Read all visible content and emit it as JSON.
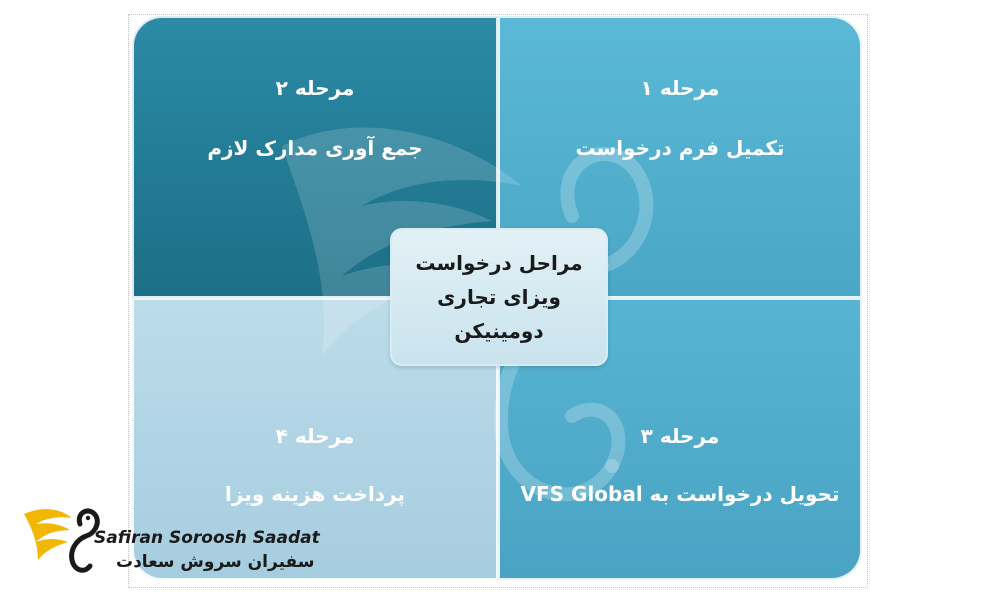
{
  "center": {
    "line1": "مراحل درخواست",
    "line2": "ویزای تجاری",
    "line3": "دومینیکن"
  },
  "quadrants": {
    "q1": {
      "stage": "مرحله ۱",
      "desc": "تکمیل فرم درخواست"
    },
    "q2": {
      "stage": "مرحله ۲",
      "desc": "جمع آوری مدارک لازم"
    },
    "q3": {
      "stage": "مرحله ۳",
      "desc": "تحویل درخواست به VFS Global"
    },
    "q4": {
      "stage": "مرحله ۴",
      "desc": "پرداخت هزینه ویزا"
    }
  },
  "logo": {
    "name_en": "Safiran Soroosh Saadat",
    "name_fa": "سفیران سروش سعادت"
  },
  "colors": {
    "quadrant_1": "#4fb0cf",
    "quadrant_2": "#23809b",
    "quadrant_3": "#50acd0",
    "quadrant_4": "#b2d4e4",
    "center_box": "#d6eaf2",
    "logo_gold": "#f2b705"
  }
}
